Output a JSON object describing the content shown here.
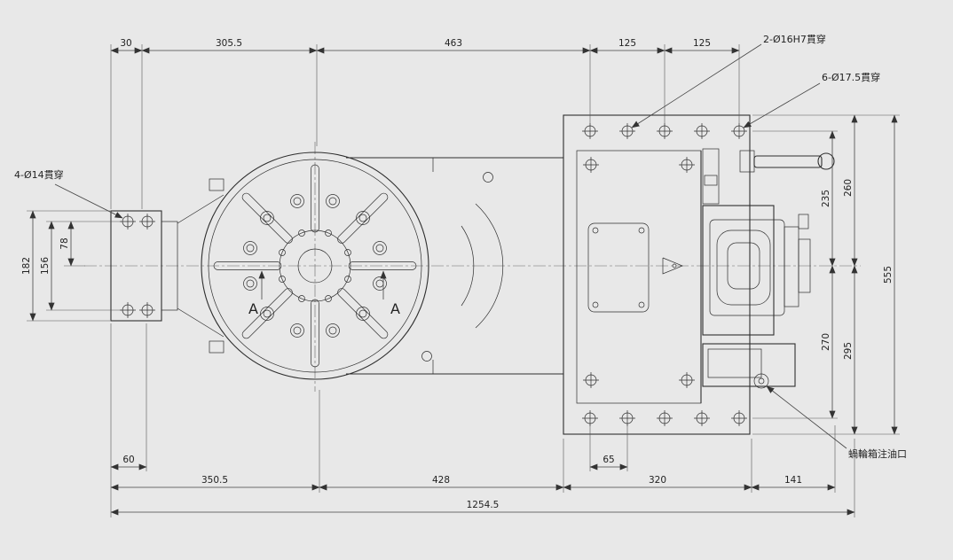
{
  "page": {
    "background": "#e8e8e8",
    "line_color": "#2e2e2e"
  },
  "labels": {
    "left_holes": "4-Ø14貫穿",
    "top_holes_1": "2-Ø16H7貫穿",
    "top_holes_2": "6-Ø17.5貫穿",
    "oil_port": "蝸輪箱注油口",
    "section_marker": "A"
  },
  "dimensions": {
    "top": [
      "30",
      "305.5",
      "463",
      "125",
      "125"
    ],
    "left": [
      "182",
      "156",
      "78"
    ],
    "right": [
      "235",
      "260",
      "270",
      "295",
      "555"
    ],
    "bottom_row1": [
      "60",
      "65"
    ],
    "bottom_row2": [
      "350.5",
      "428",
      "320",
      "141"
    ],
    "overall": "1254.5"
  }
}
